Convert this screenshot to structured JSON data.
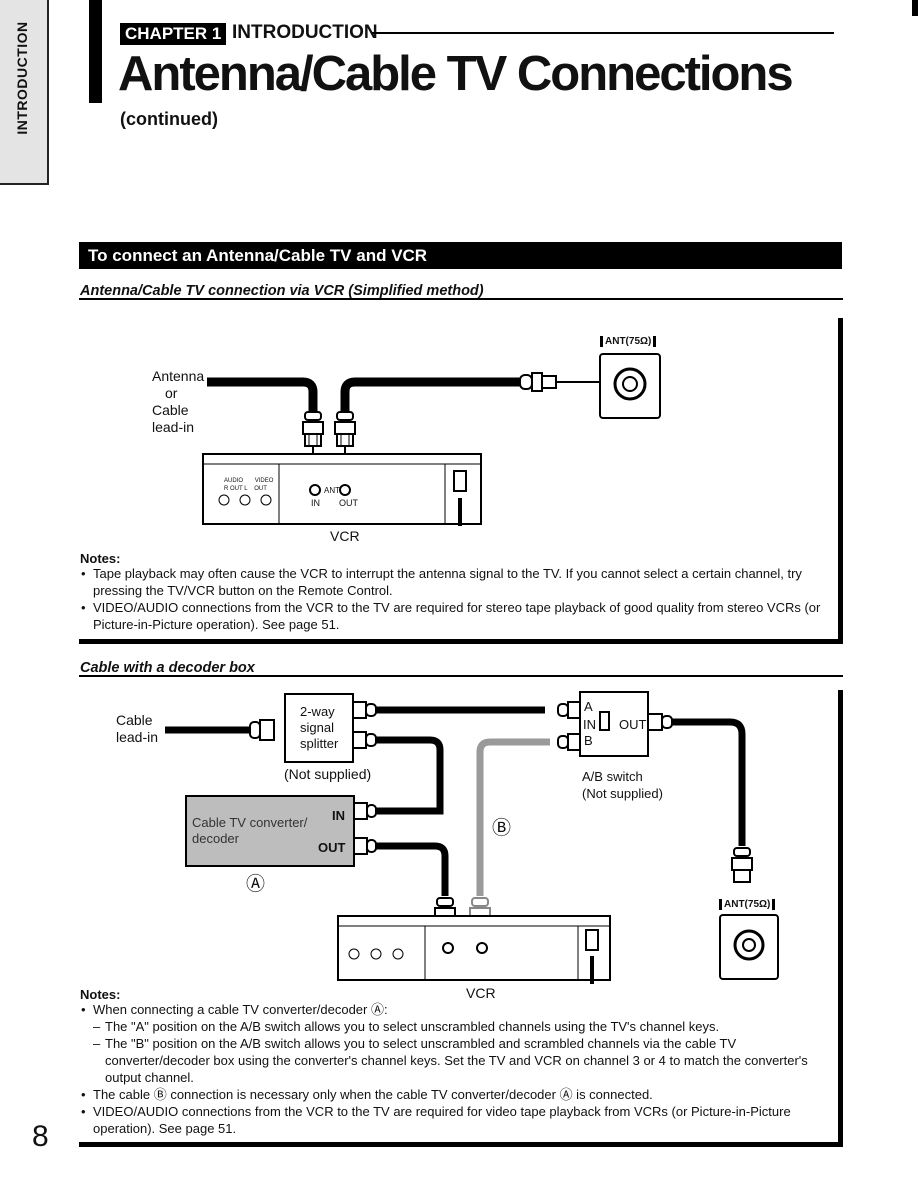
{
  "side_tab": "INTRODUCTION",
  "header": {
    "chapter_badge": "CHAPTER 1",
    "chapter_name": "INTRODUCTION",
    "title": "Antenna/Cable TV Connections",
    "subtitle": "(continued)"
  },
  "section": {
    "title": "To connect an Antenna/Cable TV and VCR"
  },
  "diagram1": {
    "heading": "Antenna/Cable TV connection via VCR (Simplified method)",
    "antenna_label": [
      "Antenna",
      "or",
      "Cable",
      "lead-in"
    ],
    "ant_jack_label": "ANT(75Ω)",
    "vcr_label": "VCR",
    "vcr_panel": {
      "audio": "AUDIO",
      "video": "VIDEO",
      "rl": "R OUT L",
      "out": "OUT",
      "ant": "ANT",
      "in": "IN",
      "ant_out": "OUT"
    },
    "notes_title": "Notes:",
    "notes": [
      "Tape playback may often cause the VCR to interrupt the antenna signal to the TV. If you cannot select a certain channel, try pressing the TV/VCR button on the Remote Control.",
      "VIDEO/AUDIO connections from the VCR to the TV are required for stereo tape playback of good quality from stereo VCRs (or Picture-in-Picture operation). See page 51."
    ]
  },
  "diagram2": {
    "heading": "Cable with a decoder box",
    "cable_label": [
      "Cable",
      "lead-in"
    ],
    "splitter_label": [
      "2-way",
      "signal",
      "splitter"
    ],
    "not_supplied_1": "(Not supplied)",
    "switch_a": "A",
    "switch_in": "IN",
    "switch_b": "B",
    "switch_out": "OUT",
    "switch_label": [
      "A/B switch",
      "(Not supplied)"
    ],
    "decoder_label": [
      "Cable TV converter/",
      "decoder"
    ],
    "decoder_in": "IN",
    "decoder_out": "OUT",
    "marker_a": "Ⓐ",
    "marker_b": "Ⓑ",
    "ant_jack_label": "ANT(75Ω)",
    "vcr_label": "VCR",
    "notes_title": "Notes:",
    "note1_lead": "When connecting a cable TV converter/decoder Ⓐ:",
    "note1_sub": [
      "The \"A\" position on the A/B switch allows you to select unscrambled channels using the TV's channel keys.",
      "The \"B\" position on the A/B switch allows you to select unscrambled and scrambled channels via the cable TV converter/decoder box using the converter's channel keys. Set the TV and VCR on channel 3 or 4 to match the converter's output channel."
    ],
    "note2": "The cable Ⓑ connection is necessary only when the cable TV converter/decoder Ⓐ is connected.",
    "note3": "VIDEO/AUDIO connections from the VCR to the TV are required for video tape playback from VCRs (or Picture-in-Picture operation). See page 51."
  },
  "page_number": "8"
}
